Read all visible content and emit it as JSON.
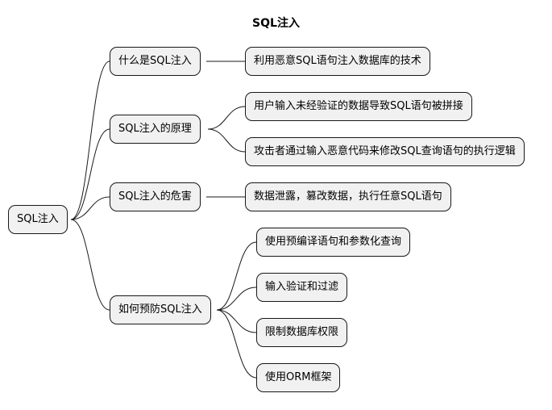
{
  "title": "SQL注入",
  "root": "SQL注入",
  "branches": [
    {
      "label": "什么是SQL注入",
      "children": [
        "利用恶意SQL语句注入数据库的技术"
      ]
    },
    {
      "label": "SQL注入的原理",
      "children": [
        "用户输入未经验证的数据导致SQL语句被拼接",
        "攻击者通过输入恶意代码来修改SQL查询语句的执行逻辑"
      ]
    },
    {
      "label": "SQL注入的危害",
      "children": [
        "数据泄露，篡改数据，执行任意SQL语句"
      ]
    },
    {
      "label": "如何预防SQL注入",
      "children": [
        "使用预编译语句和参数化查询",
        "输入验证和过滤",
        "限制数据库权限",
        "使用ORM框架"
      ]
    }
  ]
}
